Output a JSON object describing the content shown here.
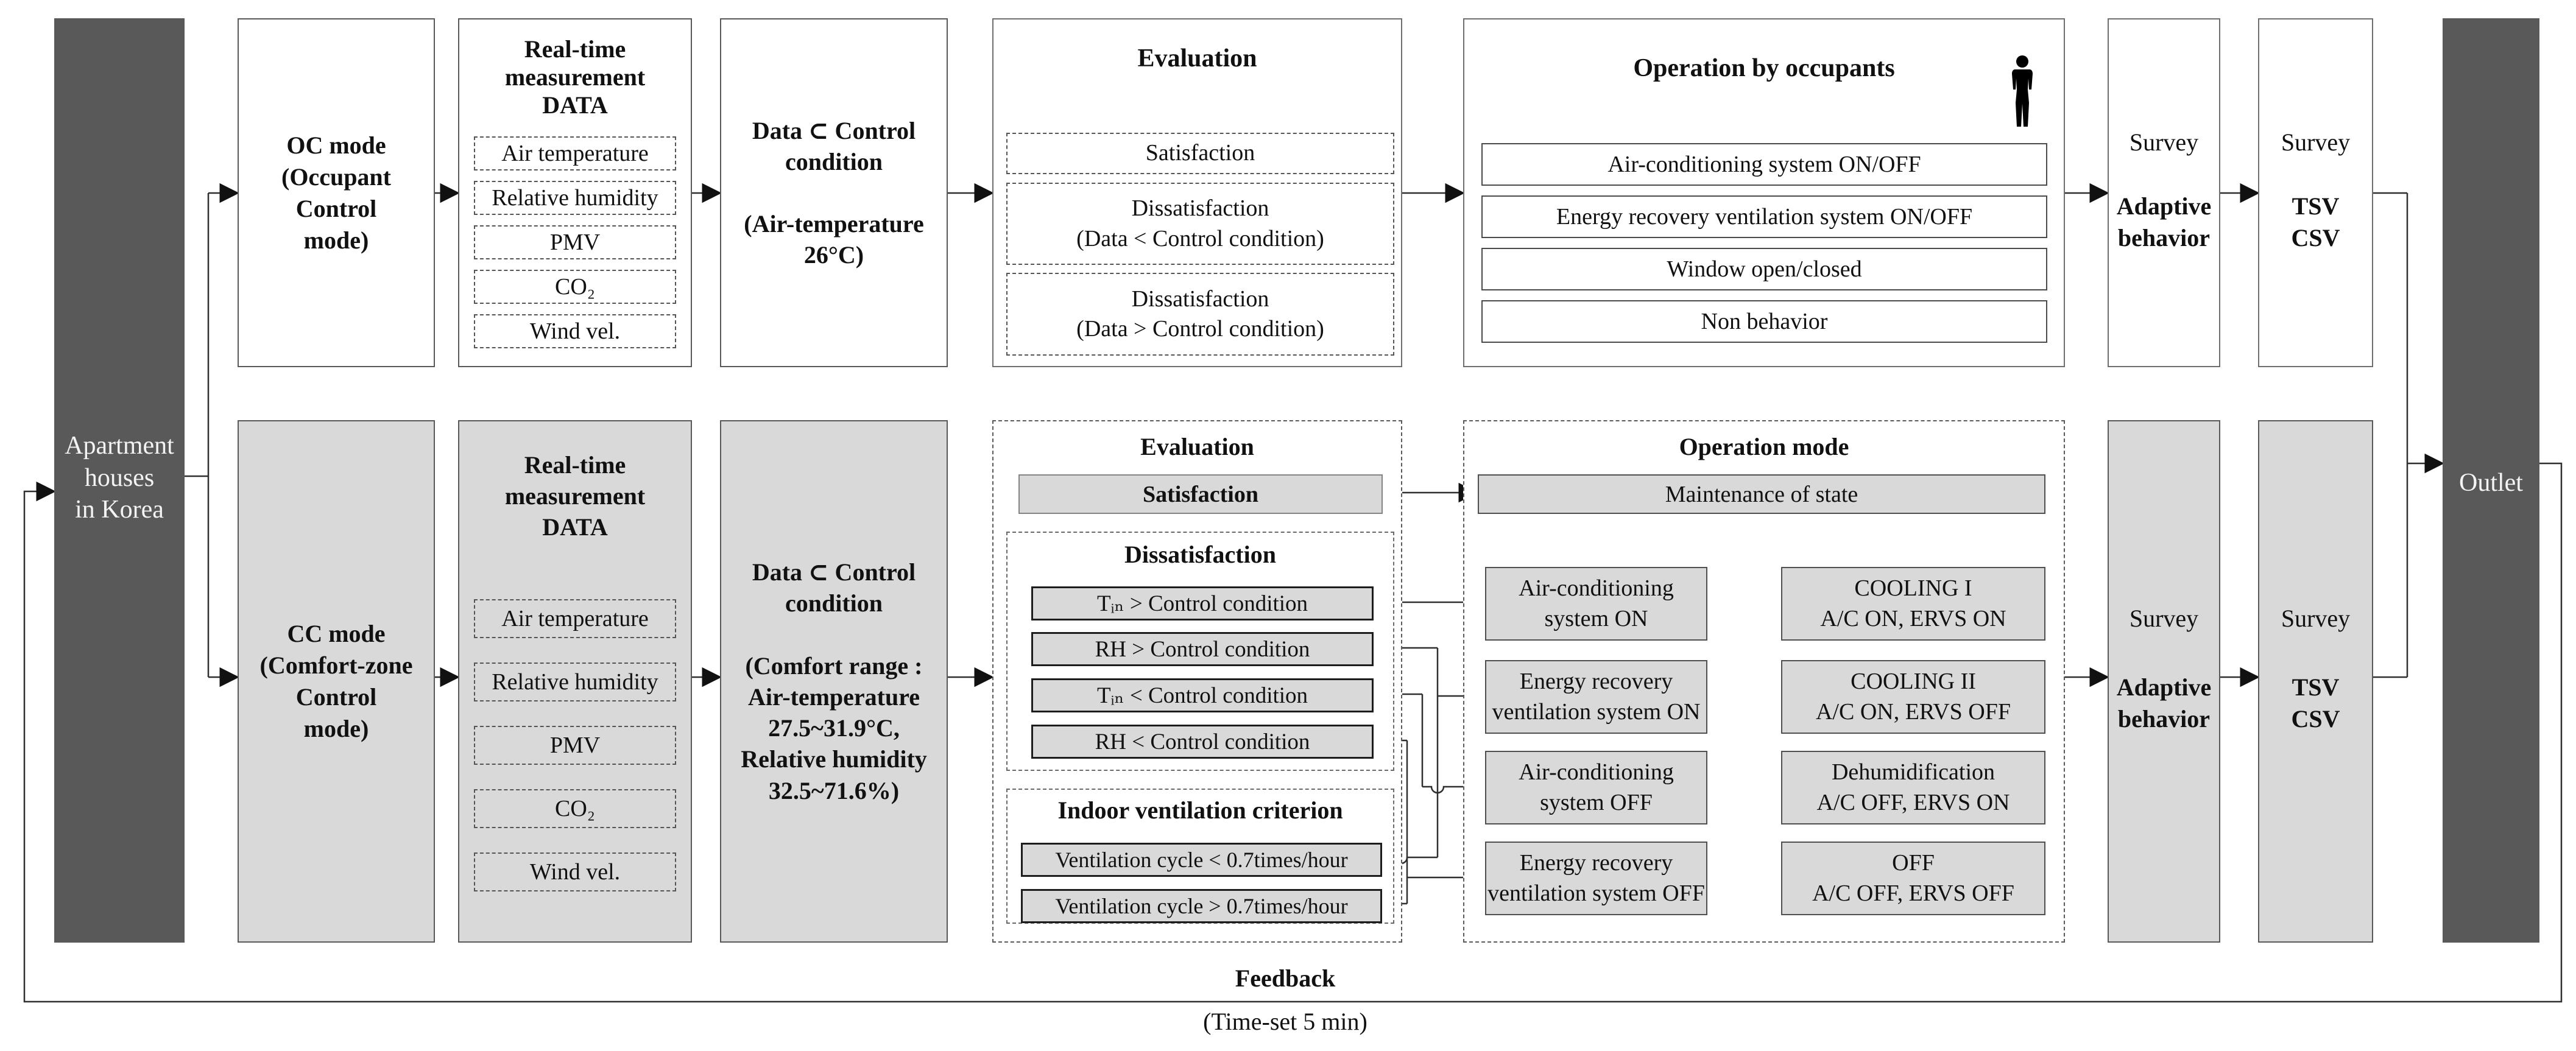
{
  "colors": {
    "dark_box": "#595959",
    "light_box": "#d9d9d9",
    "line": "#2f2f2f"
  },
  "source": {
    "label": "Apartment\nhouses\nin Korea"
  },
  "outlet": {
    "label": "Outlet"
  },
  "feedback": {
    "label": "Feedback",
    "timer": "(Time-set 5 min)"
  },
  "oc": {
    "mode": "OC mode\n(Occupant\nControl\nmode)",
    "realtime": {
      "title": "Real-time\nmeasurement\nDATA",
      "items": [
        "Air temperature",
        "Relative humidity",
        "PMV",
        "CO₂",
        "Wind vel."
      ]
    },
    "control": "Data ⊂ Control\ncondition\n\n(Air-temperature\n26°C)",
    "evaluation": {
      "title": "Evaluation",
      "items": [
        "Satisfaction",
        "Dissatisfaction\n(Data < Control condition)",
        "Dissatisfaction\n(Data > Control condition)"
      ]
    },
    "operation": {
      "title": "Operation by occupants",
      "items": [
        "Air-conditioning system ON/OFF",
        "Energy recovery ventilation system ON/OFF",
        "Window open/closed",
        "Non behavior"
      ]
    },
    "survey_behavior": {
      "title": "Survey",
      "label": "Adaptive\nbehavior"
    },
    "survey_votes": {
      "title": "Survey",
      "label": "TSV\nCSV"
    }
  },
  "cc": {
    "mode": "CC mode\n(Comfort-zone\nControl\nmode)",
    "realtime": {
      "title": "Real-time\nmeasurement\nDATA",
      "items": [
        "Air temperature",
        "Relative humidity",
        "PMV",
        "CO₂",
        "Wind vel."
      ]
    },
    "control": "Data ⊂ Control\ncondition\n\n(Comfort range :\nAir-temperature\n27.5~31.9°C,\nRelative humidity\n32.5~71.6%)",
    "evaluation": {
      "title": "Evaluation",
      "satisfaction": "Satisfaction",
      "dissatisfaction": {
        "title": "Dissatisfaction",
        "items": [
          "Tᵢₙ > Control condition",
          "RH > Control condition",
          "Tᵢₙ < Control condition",
          "RH < Control condition"
        ]
      },
      "ventilation": {
        "title": "Indoor ventilation criterion",
        "items": [
          "Ventilation cycle < 0.7times/hour",
          "Ventilation cycle > 0.7times/hour"
        ]
      }
    },
    "operation": {
      "title": "Operation mode",
      "maintenance": "Maintenance of state",
      "sources": [
        "Air-conditioning\nsystem ON",
        "Energy recovery\nventilation system ON",
        "Air-conditioning\nsystem OFF",
        "Energy recovery\nventilation system OFF"
      ],
      "results": [
        "COOLING I\nA/C ON, ERVS ON",
        "COOLING II\nA/C ON, ERVS OFF",
        "Dehumidification\nA/C OFF, ERVS ON",
        "OFF\nA/C OFF, ERVS OFF"
      ]
    },
    "survey_behavior": {
      "title": "Survey",
      "label": "Adaptive\nbehavior"
    },
    "survey_votes": {
      "title": "Survey",
      "label": "TSV\nCSV"
    }
  }
}
